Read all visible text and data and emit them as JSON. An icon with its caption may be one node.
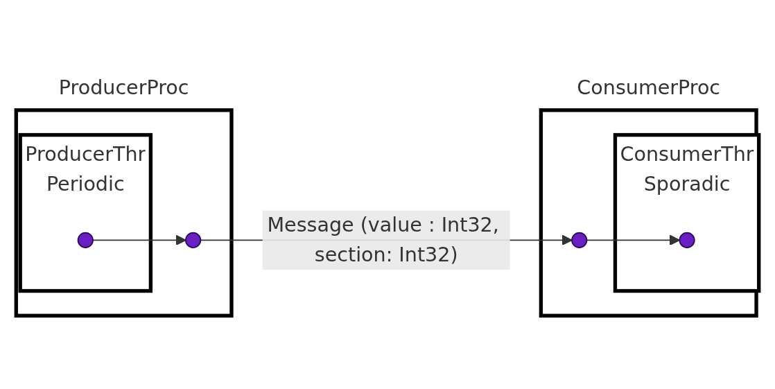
{
  "diagram": {
    "nodes": [
      {
        "text": [
          "ProducerProc"
        ]
      },
      {
        "text": [
          "ProducerThr",
          "Periodic"
        ],
        "in": 0
      },
      {
        "text": [],
        "shape": "circle",
        "in": 1
      },
      {
        "text": [],
        "shape": "circle",
        "in": 0
      },
      {
        "text": [
          "ConsumerProc"
        ]
      },
      {
        "text": [
          "ConsumerThr",
          "Sporadic"
        ],
        "in": 4
      },
      {
        "text": [],
        "shape": "circle",
        "in": 4
      },
      {
        "text": [],
        "shape": "circle",
        "in": 5
      }
    ],
    "edges": [
      {
        "from": 2,
        "to": 3,
        "arrow": "to"
      },
      {
        "from": 3,
        "to": 6,
        "arrow": "to",
        "label": "Message (value : Int32, section: Int32)"
      },
      {
        "from": 6,
        "to": 7,
        "arrow": "to"
      }
    ]
  }
}
